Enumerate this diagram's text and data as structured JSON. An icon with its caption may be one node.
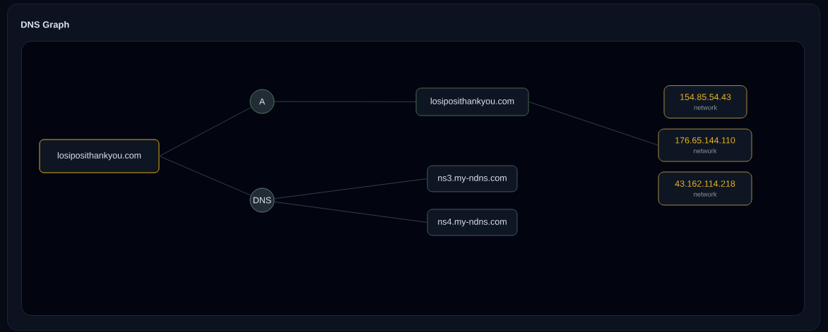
{
  "diagram": {
    "title": "DNS Graph",
    "nodes": [
      {
        "text": [
          "losiposithankyou.com"
        ]
      },
      {
        "text": [
          "A"
        ]
      },
      {
        "text": [
          "DNS"
        ]
      },
      {
        "text": [
          "losiposithankyou.com"
        ]
      },
      {
        "text": [
          "ns3.my-ndns.com"
        ]
      },
      {
        "text": [
          "ns4.my-ndns.com"
        ]
      },
      {
        "text": [
          "154.85.54.43",
          "network"
        ]
      },
      {
        "text": [
          "176.65.144.110",
          "network"
        ]
      },
      {
        "text": [
          "43.162.114.218",
          "network"
        ]
      }
    ],
    "edges": [
      {
        "from": 0,
        "to": 1,
        "arrow": "none"
      },
      {
        "from": 0,
        "to": 2,
        "arrow": "none"
      },
      {
        "from": 1,
        "to": 3,
        "arrow": "none"
      },
      {
        "from": 2,
        "to": 4,
        "arrow": "none"
      },
      {
        "from": 2,
        "to": 5,
        "arrow": "none"
      },
      {
        "from": 3,
        "to": 7,
        "arrow": "none"
      }
    ]
  }
}
